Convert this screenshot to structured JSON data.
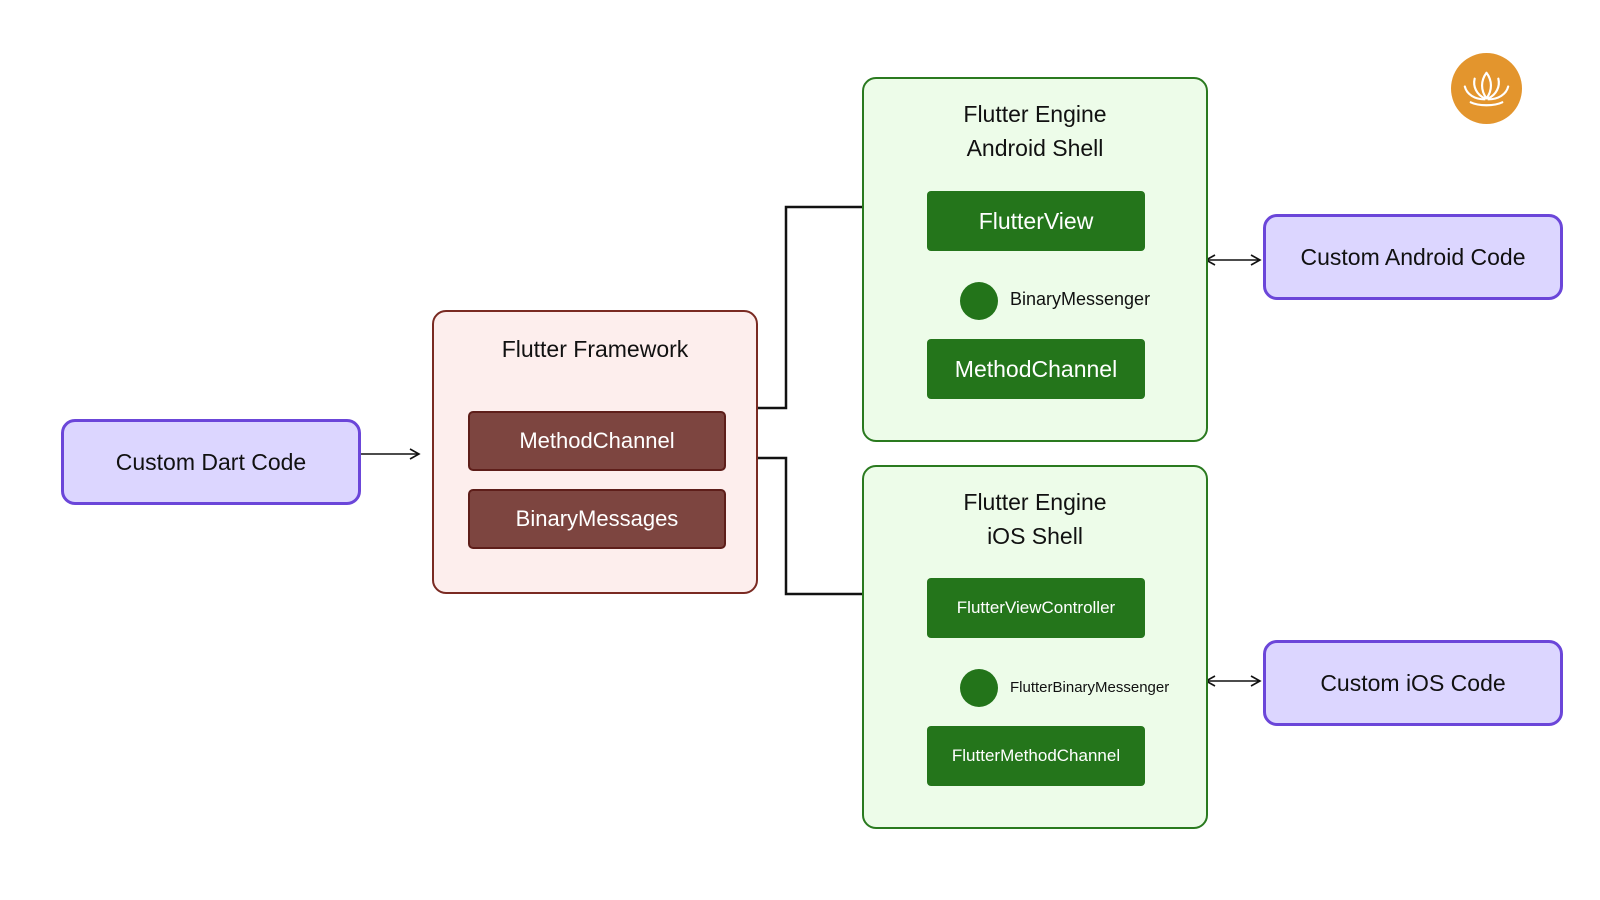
{
  "nodes": {
    "custom_dart": "Custom Dart Code",
    "framework": {
      "title": "Flutter Framework",
      "items": [
        "MethodChannel",
        "BinaryMessages"
      ]
    },
    "android_engine": {
      "title_line1": "Flutter Engine",
      "title_line2": "Android Shell",
      "view": "FlutterView",
      "messenger": "BinaryMessenger",
      "channel": "MethodChannel"
    },
    "ios_engine": {
      "title_line1": "Flutter Engine",
      "title_line2": "iOS Shell",
      "view": "FlutterViewController",
      "messenger": "FlutterBinaryMessenger",
      "channel": "FlutterMethodChannel"
    },
    "custom_android": "Custom Android Code",
    "custom_ios": "Custom iOS Code"
  },
  "colors": {
    "purple_fill": "#dcd6ff",
    "purple_border": "#6b46d9",
    "framework_fill": "#fdeeed",
    "framework_border": "#7a2a22",
    "brown_button": "#7d4540",
    "engine_fill": "#edfce9",
    "engine_border": "#2a7a1f",
    "green_button": "#24751b",
    "logo": "#e3952d"
  },
  "logo": "lotus-logo"
}
